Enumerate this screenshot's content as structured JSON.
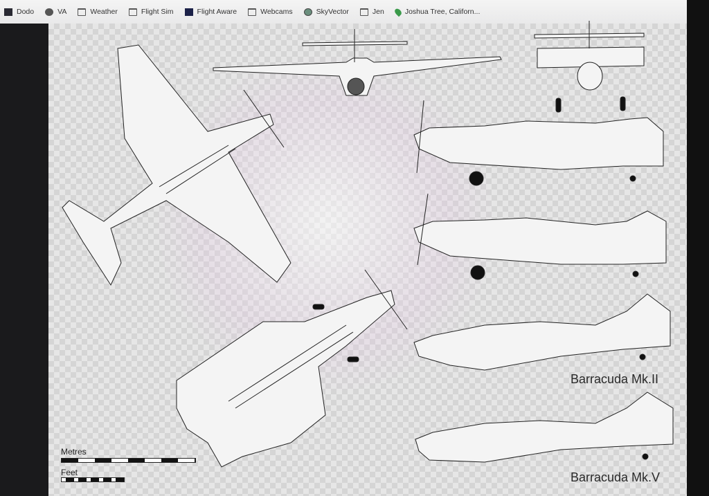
{
  "bookmarks": [
    {
      "label": "Dodo",
      "icon": "app-icon"
    },
    {
      "label": "VA",
      "icon": "globe-icon"
    },
    {
      "label": "Weather",
      "icon": "folder-icon"
    },
    {
      "label": "Flight Sim",
      "icon": "folder-icon"
    },
    {
      "label": "Flight Aware",
      "icon": "flightaware-icon"
    },
    {
      "label": "Webcams",
      "icon": "folder-icon"
    },
    {
      "label": "SkyVector",
      "icon": "skyvector-icon"
    },
    {
      "label": "Jen",
      "icon": "folder-icon"
    },
    {
      "label": "Joshua Tree, Californ...",
      "icon": "maps-pin-icon"
    }
  ],
  "drawing": {
    "label_mk2": "Barracuda Mk.II",
    "label_mk5": "Barracuda Mk.V",
    "scale_metres": "Metres",
    "scale_feet": "Feet"
  }
}
